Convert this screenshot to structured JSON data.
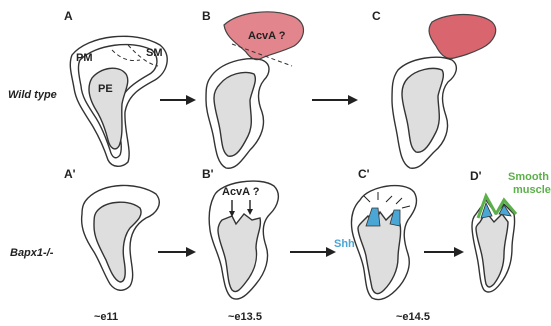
{
  "panels": {
    "A": "A",
    "B": "B",
    "C": "C",
    "A_prime": "A'",
    "B_prime": "B'",
    "C_prime": "C'",
    "D_prime": "D'"
  },
  "rows": {
    "wild_type": "Wild type",
    "mutant": "Bapx1-/-"
  },
  "regions": {
    "pm": "PM",
    "sm": "SM",
    "pe": "PE"
  },
  "annotations": {
    "acva_question_top": "AcvA ?",
    "acva_question_bottom": "AcvA ?",
    "shh": "Shh",
    "smooth_muscle_line1": "Smooth",
    "smooth_muscle_line2": "muscle"
  },
  "stages": [
    "~e11",
    "~e13.5",
    "~e14.5"
  ],
  "colors": {
    "acva_region": "#d9666e",
    "shh_expression": "#4aa6d4",
    "smooth_muscle": "#5cb04a",
    "tissue_fill": "#dedede"
  }
}
